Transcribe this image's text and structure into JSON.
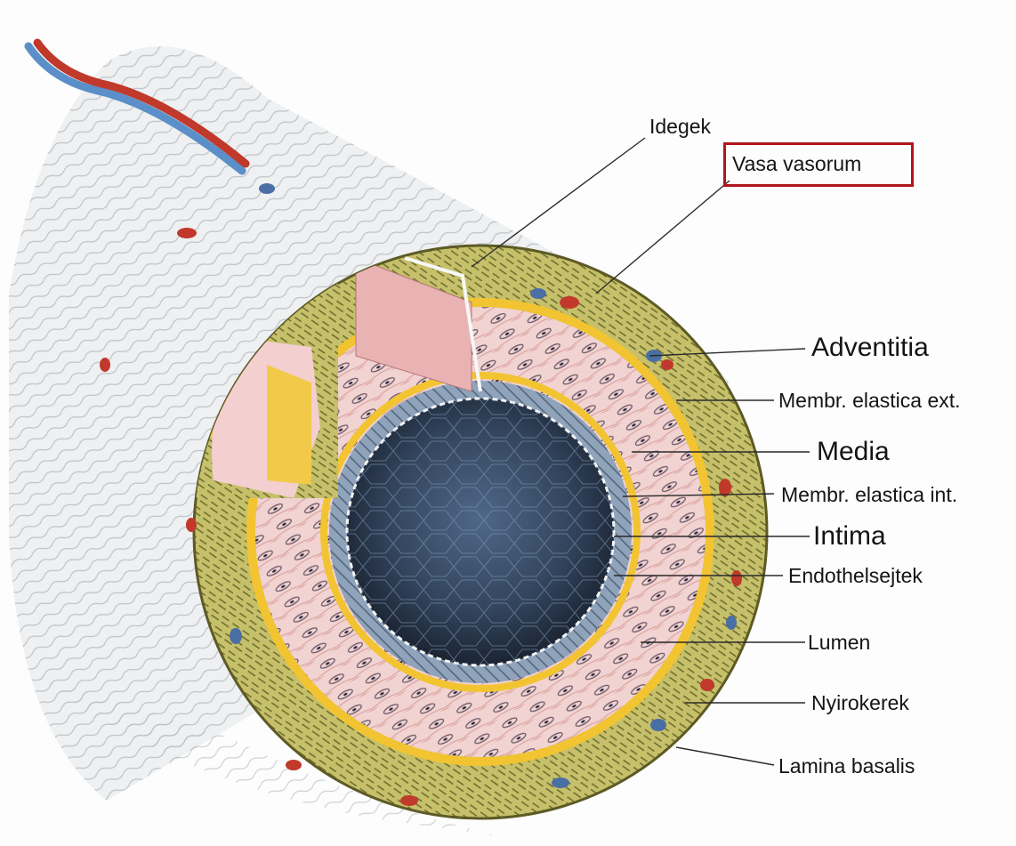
{
  "diagram": {
    "labels": {
      "idegek": "Idegek",
      "vasa_vasorum": "Vasa vasorum",
      "adventitia": "Adventitia",
      "membr_elastica_ext": "Membr. elastica ext.",
      "media": "Media",
      "membr_elastica_int": "Membr. elastica int.",
      "intima": "Intima",
      "endothelsejtek": "Endothelsejtek",
      "lumen": "Lumen",
      "nyirokerek": "Nyirokerek",
      "lamina_basalis": "Lamina basalis"
    },
    "highlighted_label": "Vasa vasorum",
    "colors": {
      "highlight_border": "#b0141c",
      "adventitia": "#c9c46a",
      "elastica": "#f2c431",
      "media": "#f2d2d0",
      "intima": "#8ca0b8",
      "lumen": "#263244",
      "artery": "#c0392b",
      "vein": "#5b8fc9",
      "connective_tissue": "#d8dcde"
    }
  }
}
